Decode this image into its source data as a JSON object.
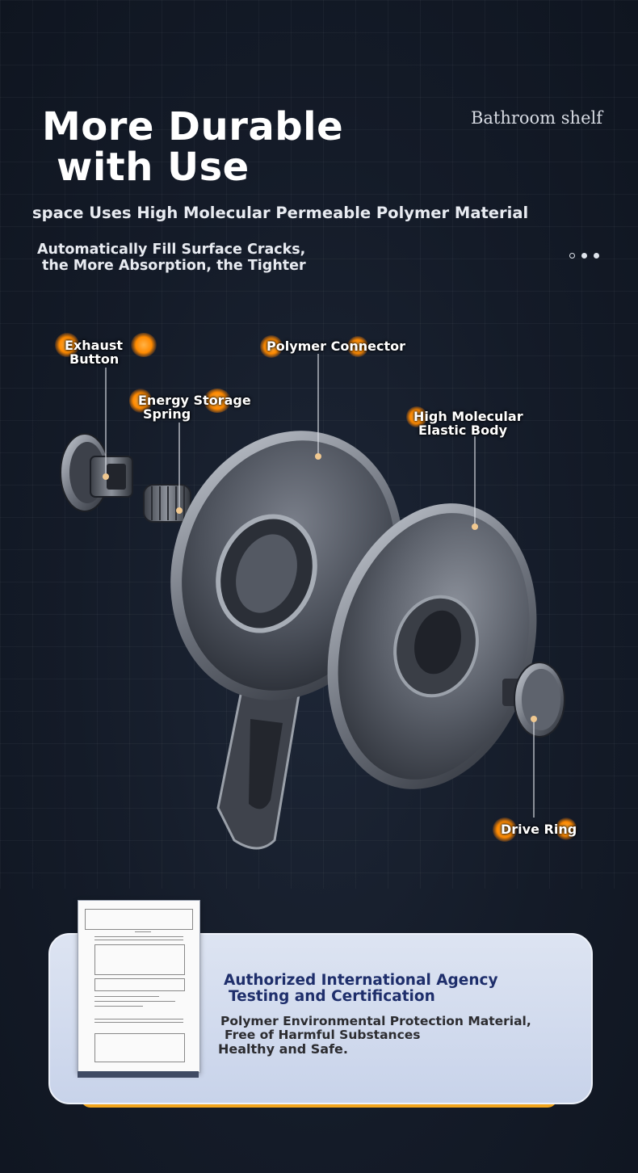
{
  "header": {
    "title_line1": "More Durable",
    "title_line2": "with Use",
    "brand": "Bathroom shelf",
    "subtitle": "space Uses High Molecular Permeable Polymer Material",
    "desc_line1": "Automatically Fill Surface Cracks,",
    "desc_line2": "the More Absorption, the Tighter"
  },
  "carousel": {
    "dots": 3,
    "active": 2
  },
  "callouts": [
    {
      "line1": "Exhaust",
      "line2": "Button"
    },
    {
      "line1": "Polymer Connector",
      "line2": ""
    },
    {
      "line1": "Energy Storage",
      "line2": "Spring"
    },
    {
      "line1": "High Molecular",
      "line2": "Elastic Body"
    },
    {
      "line1": "Drive Ring",
      "line2": ""
    }
  ],
  "certification": {
    "heading_line1": "Authorized International Agency",
    "heading_line2": "Testing and Certification",
    "body_line1": "Polymer Environmental Protection Material,",
    "body_line2": "Free of Harmful Substances",
    "body_line3": "Healthy and Safe."
  },
  "colors": {
    "background": "#141b28",
    "accent_orange": "#ff8a00",
    "card_blue": "#c8d3ea",
    "heading_navy": "#1e2e6b",
    "bar_orange": "#f2a51d"
  }
}
